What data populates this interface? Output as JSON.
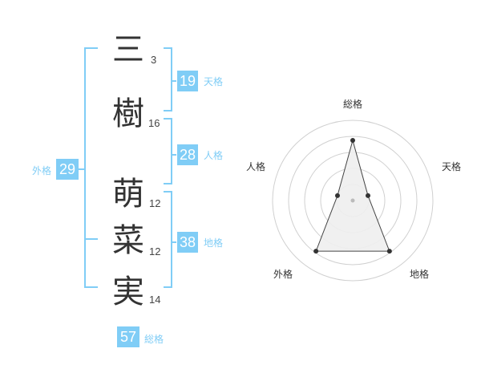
{
  "name_chars": [
    {
      "char": "三",
      "strokes": "3"
    },
    {
      "char": "樹",
      "strokes": "16"
    },
    {
      "char": "萌",
      "strokes": "12"
    },
    {
      "char": "菜",
      "strokes": "12"
    },
    {
      "char": "実",
      "strokes": "14"
    }
  ],
  "kaku": {
    "tenkaku": {
      "value": "19",
      "label": "天格"
    },
    "jinkaku": {
      "value": "28",
      "label": "人格"
    },
    "chikaku": {
      "value": "38",
      "label": "地格"
    },
    "gaikaku": {
      "value": "29",
      "label": "外格"
    },
    "soukaku": {
      "value": "57",
      "label": "総格"
    }
  },
  "radar": {
    "labels": {
      "top": "総格",
      "right": "天格",
      "bottom_right": "地格",
      "bottom_left": "外格",
      "left": "人格"
    },
    "values": {
      "top": 0.75,
      "right": 0.2,
      "bottom_right": 0.78,
      "bottom_left": 0.78,
      "left": 0.2
    }
  },
  "colors": {
    "accent": "#80cdf6",
    "bracket": "#80cdf6",
    "text": "#333333",
    "grid": "#cccccc",
    "fill": "#eeeeee"
  }
}
